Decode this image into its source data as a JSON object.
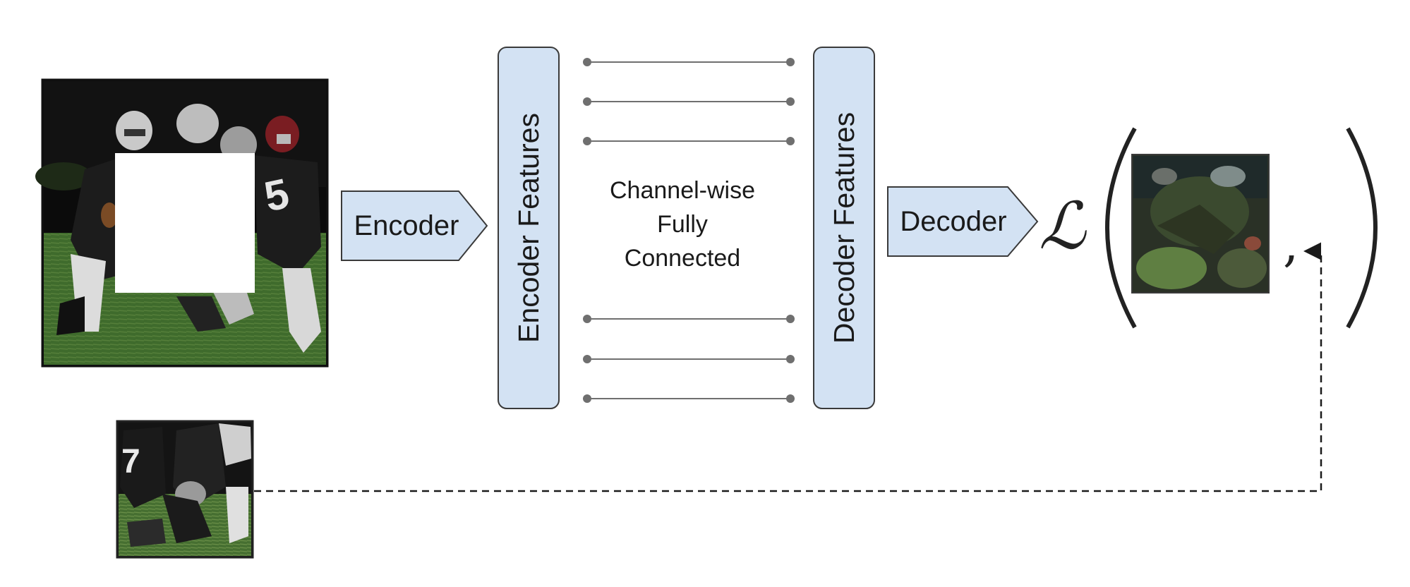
{
  "diagram": {
    "encoder_arrow_label": "Encoder",
    "encoder_features_label": "Encoder Features",
    "fc_label_lines": [
      "Channel-wise",
      "Fully",
      "Connected"
    ],
    "decoder_features_label": "Decoder Features",
    "decoder_arrow_label": "Decoder",
    "loss_symbol": "ℒ",
    "comma": ",",
    "colors": {
      "box_fill": "#d3e2f3",
      "box_stroke": "#3a3a3a",
      "connection_line": "#6f6f6f",
      "connection_dot": "#6f6f6f",
      "dashed_line": "#1a1a1a",
      "field_green": "#3c6a2a",
      "jersey_dark": "#1c1c1c",
      "mask_white": "#ffffff"
    },
    "icons": {
      "input_image": "masked-football-photo",
      "ground_truth_patch": "ground-truth-patch",
      "predicted_patch": "reconstructed-patch"
    }
  }
}
